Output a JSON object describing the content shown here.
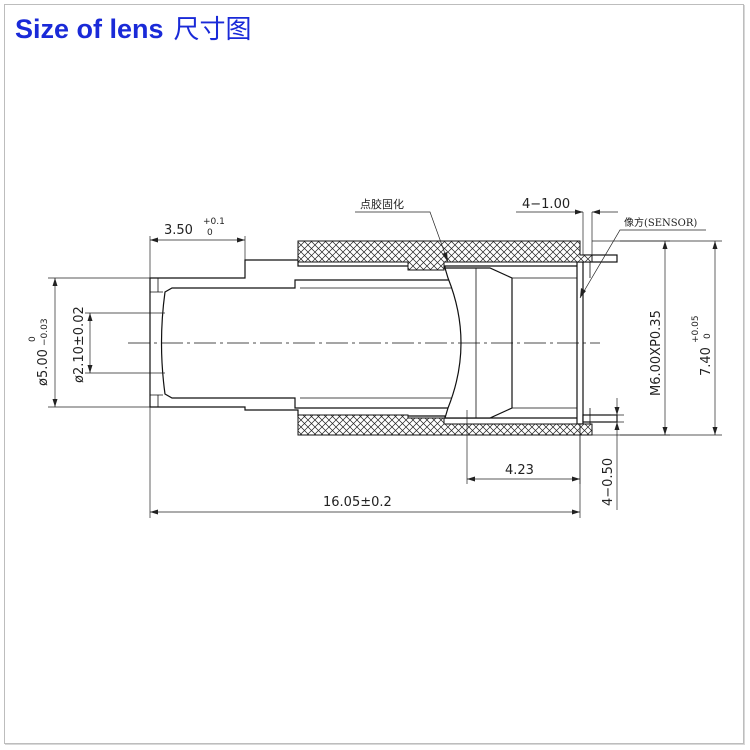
{
  "title": {
    "en": "Size of lens",
    "cn": "尺寸图"
  },
  "labels": {
    "flange_len": "3.50",
    "flange_tol_upper": "+0.1",
    "flange_tol_lower": "0",
    "glue_note": "点胶固化",
    "pin_spec": "4−1.00",
    "sensor_note": "像方(SENSOR)",
    "od_value": "ø5.00",
    "od_tol_upper": "0",
    "od_tol_lower": "−0.03",
    "aperture": "ø2.10±0.02",
    "thread": "M6.00XP0.35",
    "height_value": "7.40",
    "height_tol_upper": "+0.05",
    "height_tol_lower": "0",
    "rear_len": "4.23",
    "pin_width": "4−0.50",
    "total_len": "16.05±0.2"
  }
}
